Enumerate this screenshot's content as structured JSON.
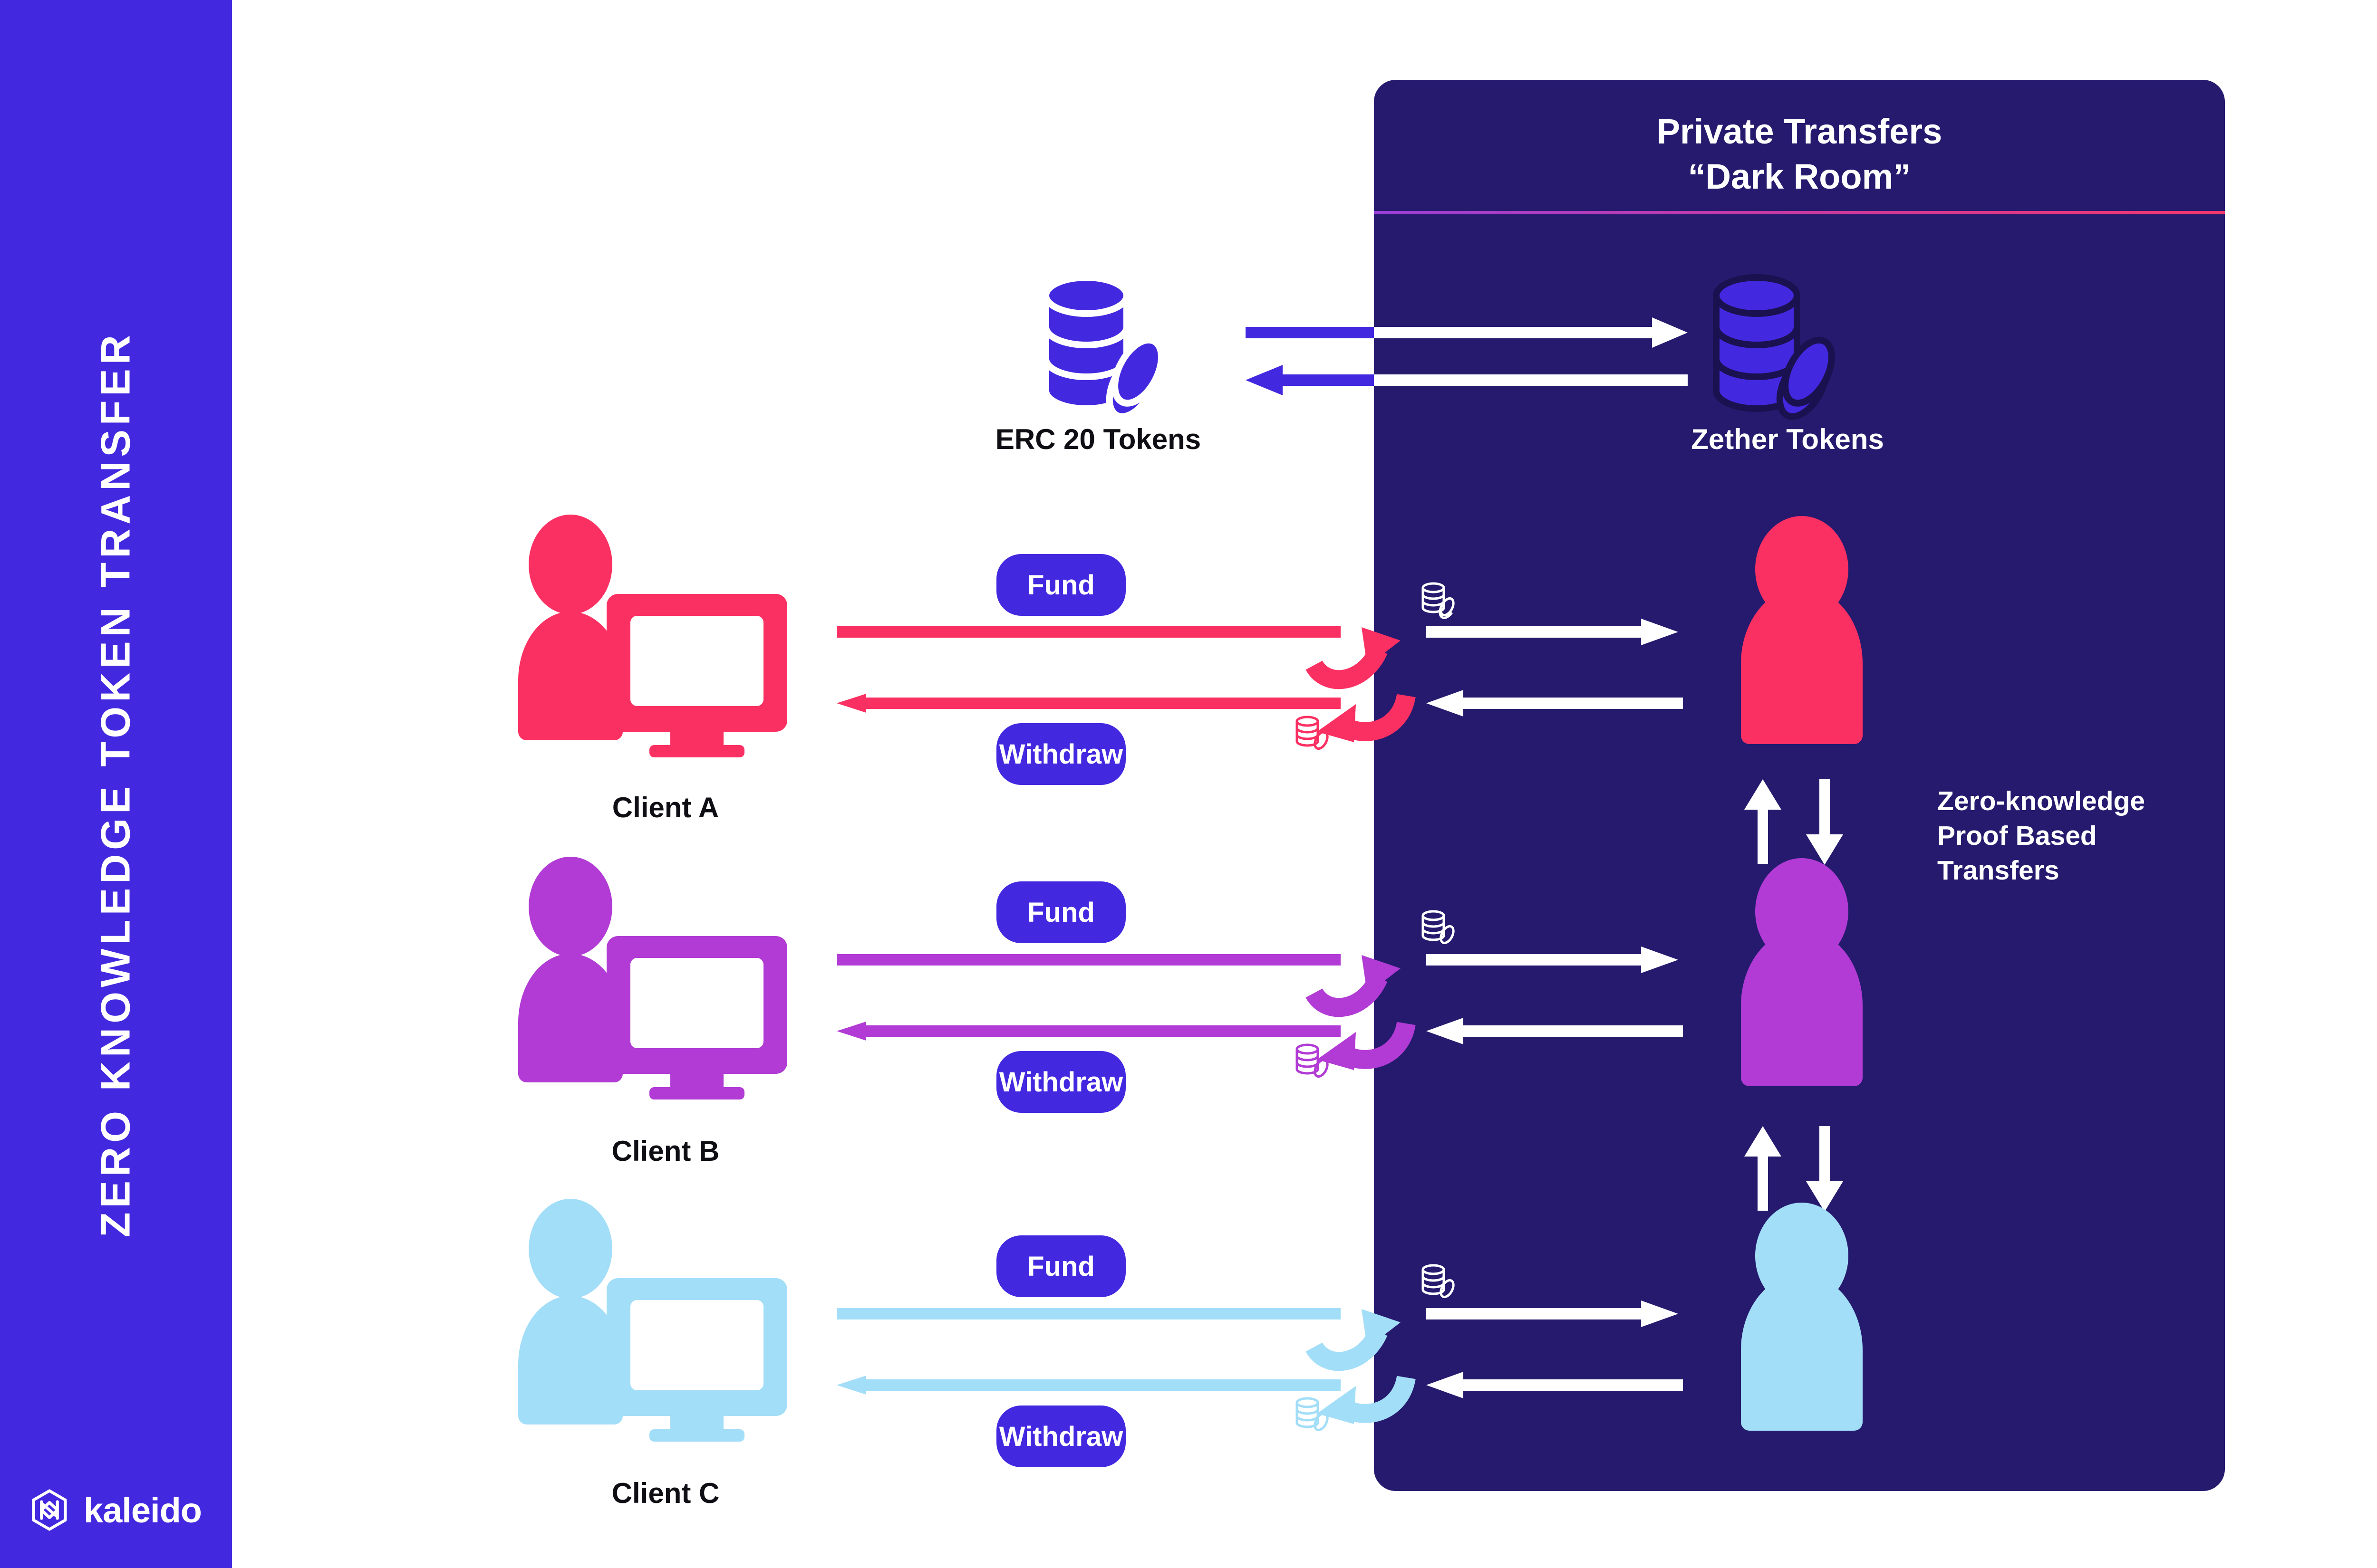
{
  "sidebar": {
    "title": "ZERO KNOWLEDGE TOKEN TRANSFER",
    "brand_name": "kaleido",
    "brand_icon": "kaleido-hex-logo",
    "background_color": "#4229E0"
  },
  "darkroom": {
    "title_line1": "Private Transfers",
    "title_line2": "“Dark Room”",
    "background_color": "#251A6E",
    "divider_gradient_from": "#9B3FD8",
    "divider_gradient_to": "#F6376C",
    "note": "Zero-knowledge\nProof Based\nTransfers"
  },
  "tokens": {
    "external": {
      "label": "ERC 20 Tokens",
      "icon": "coin-stack-icon",
      "color": "#4229E0"
    },
    "internal": {
      "label": "Zether Tokens",
      "icon": "coin-stack-icon",
      "color": "#4229E0"
    }
  },
  "token_flow": {
    "deposit_arrow": "arrow-right",
    "redeem_arrow": "arrow-left",
    "outside_color": "#4229E0",
    "inside_color": "#FFFFFF"
  },
  "clients": [
    {
      "label": "Client A",
      "color": "#FB3062",
      "icon": "person-with-monitor-icon",
      "avatar_icon": "person-icon",
      "fund_label": "Fund",
      "withdraw_label": "Withdraw",
      "fund_arrow": "arrow-right",
      "withdraw_arrow": "arrow-left",
      "coin_icon_top": "coin-stack-outline-icon",
      "coin_icon_bottom": "coin-stack-outline-icon"
    },
    {
      "label": "Client B",
      "color": "#B13BD4",
      "icon": "person-with-monitor-icon",
      "avatar_icon": "person-icon",
      "fund_label": "Fund",
      "withdraw_label": "Withdraw",
      "fund_arrow": "arrow-right",
      "withdraw_arrow": "arrow-left",
      "coin_icon_top": "coin-stack-outline-icon",
      "coin_icon_bottom": "coin-stack-outline-icon"
    },
    {
      "label": "Client C",
      "color": "#A3DEF8",
      "icon": "person-with-monitor-icon",
      "avatar_icon": "person-icon",
      "fund_label": "Fund",
      "withdraw_label": "Withdraw",
      "fund_arrow": "arrow-right",
      "withdraw_arrow": "arrow-left",
      "coin_icon_top": "coin-stack-outline-icon",
      "coin_icon_bottom": "coin-stack-outline-icon"
    }
  ],
  "internal_transfers": [
    {
      "up_arrow": "arrow-up",
      "down_arrow": "arrow-down",
      "color": "#FFFFFF"
    },
    {
      "up_arrow": "arrow-up",
      "down_arrow": "arrow-down",
      "color": "#FFFFFF"
    }
  ]
}
